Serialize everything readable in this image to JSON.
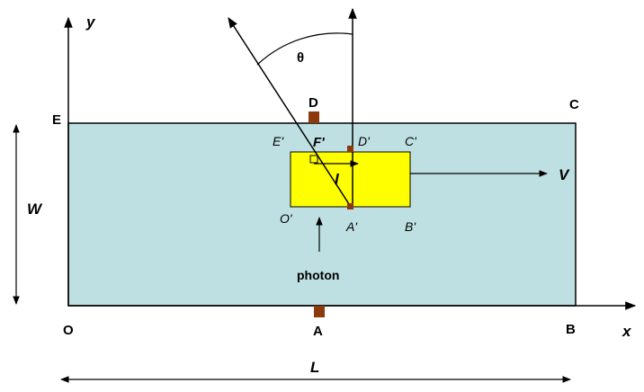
{
  "labels": {
    "y_axis": "y",
    "x_axis": "x",
    "origin": "O",
    "corner_B": "B",
    "corner_C": "C",
    "corner_E": "E",
    "point_A": "A",
    "point_D": "D",
    "inner_E": "E'",
    "inner_F": "F'",
    "inner_D": "D'",
    "inner_C": "C'",
    "inner_O": "O'",
    "inner_A": "A'",
    "inner_B": "B'",
    "theta": "θ",
    "velocity": "V",
    "inner_l": "l",
    "width": "W",
    "length": "L",
    "photon": "photon"
  },
  "colors": {
    "outer_rect_fill": "#bfe0e2",
    "inner_rect_fill": "#ffff00",
    "marker_fill": "#8b3a0e",
    "line": "#000000"
  }
}
